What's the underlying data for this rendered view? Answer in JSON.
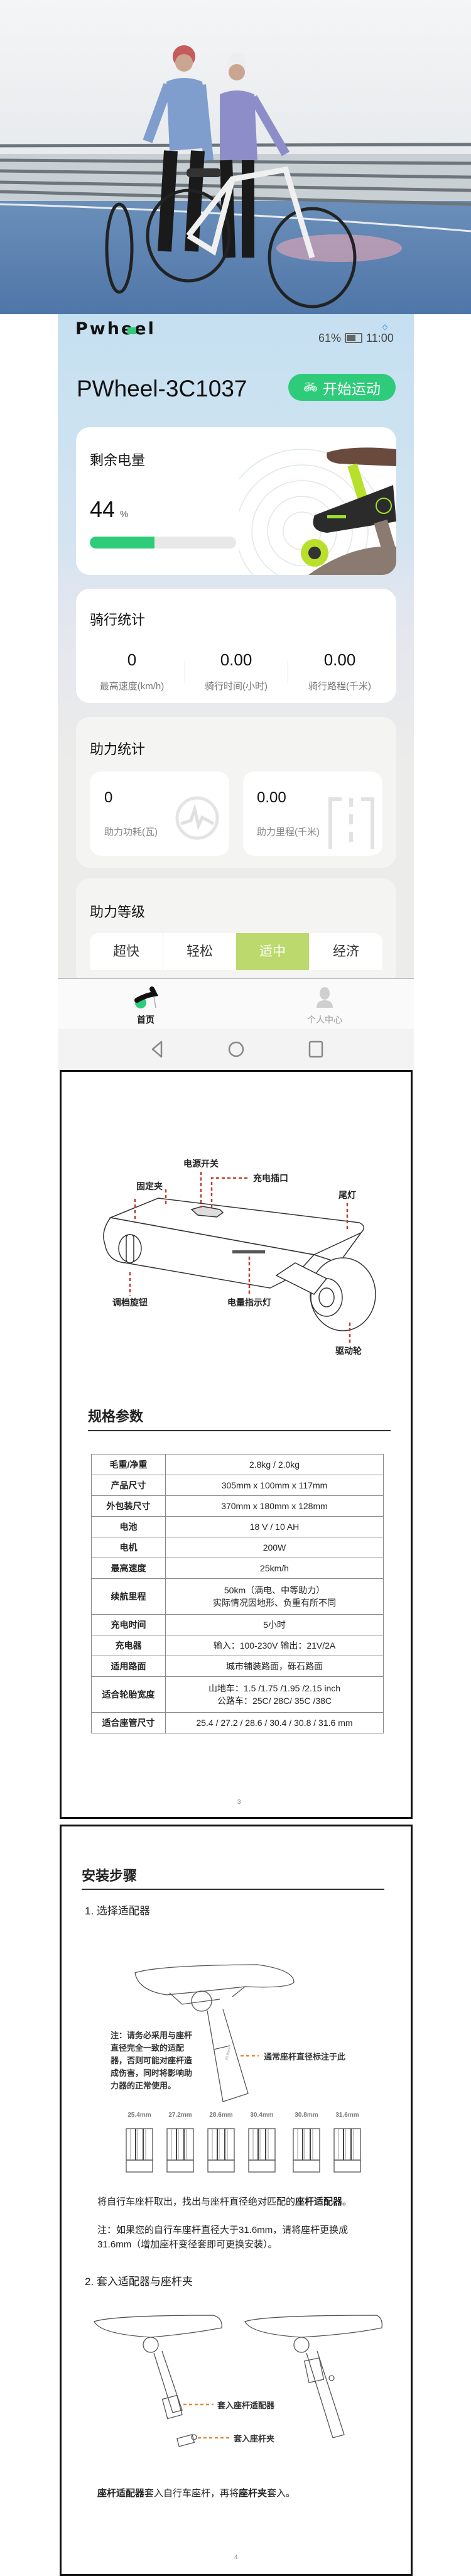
{
  "app": {
    "logo": "PWheel",
    "status": {
      "battery": "61%",
      "time": "11:00"
    },
    "device_name": "PWheel-3C1037",
    "start_button": "开始运动",
    "battery_card": {
      "title": "剩余电量",
      "value": "44",
      "unit": "%",
      "level": 0.44
    },
    "ride_stats": {
      "title": "骑行统计",
      "items": [
        {
          "value": "0",
          "label": "最高速度(km/h)"
        },
        {
          "value": "0.00",
          "label": "骑行时间(小时)"
        },
        {
          "value": "0.00",
          "label": "骑行路程(千米)"
        }
      ]
    },
    "assist_stats": {
      "title": "助力统计",
      "items": [
        {
          "value": "0",
          "label": "助力功耗(瓦)"
        },
        {
          "value": "0.00",
          "label": "助力里程(千米)"
        }
      ]
    },
    "assist_level": {
      "title": "助力等级",
      "options": [
        "超快",
        "轻松",
        "适中",
        "经济"
      ],
      "selected": 2
    },
    "tabs": [
      {
        "label": "首页"
      },
      {
        "label": "个人中心"
      }
    ],
    "colors": {
      "accent": "#2ecc7a",
      "selected_level": "#bcd96e",
      "progress": "#2ecc7a"
    }
  },
  "manual_page3": {
    "diagram_labels": {
      "power_switch": "电源开关",
      "charge_port": "充电插口",
      "clamp": "固定夹",
      "tail_light": "尾灯",
      "gear_knob": "调档旋钮",
      "battery_indicator": "电量指示灯",
      "drive_wheel": "驱动轮"
    },
    "heading": "规格参数",
    "specs": [
      {
        "key": "毛重/净重",
        "value": "2.8kg / 2.0kg"
      },
      {
        "key": "产品尺寸",
        "value": "305mm  x 100mm x  117mm"
      },
      {
        "key": "外包装尺寸",
        "value": "370mm x 180mm x 128mm"
      },
      {
        "key": "电池",
        "value": "18 V  /  10 AH"
      },
      {
        "key": "电机",
        "value": "200W"
      },
      {
        "key": "最高速度",
        "value": "25km/h"
      },
      {
        "key": "续航里程",
        "value": "50km（满电、中等助力）",
        "value2": "实际情况因地形、负重有所不同"
      },
      {
        "key": "充电时间",
        "value": "5小时"
      },
      {
        "key": "充电器",
        "value": "输入：100-230V   输出：21V/2A"
      },
      {
        "key": "适用路面",
        "value": "城市铺装路面，砾石路面"
      },
      {
        "key": "适合轮胎宽度",
        "value": "山地车：1.5 /1.75 /1.95 /2.15 inch",
        "value2": "公路车：25C/ 28C/ 35C /38C"
      },
      {
        "key": "适合座管尺寸",
        "value": "25.4 / 27.2 / 28.6 / 30.4 / 30.8 / 31.6 mm"
      }
    ],
    "page_number": "3"
  },
  "manual_page4": {
    "heading": "安装步骤",
    "step1": {
      "title": "1. 选择适配器",
      "note_lines": [
        "注：请务必采用与座杆",
        "直径完全一致的适配",
        "器，否则可能对座杆造",
        "成伤害，同时将影响助",
        "力器的正常使用。"
      ],
      "post_label": "通常座杆直径标注于此",
      "post_marking": "30.8mm",
      "sizes": [
        "25.4mm",
        "27.2mm",
        "28.6mm",
        "30.4mm",
        "30.8mm",
        "31.6mm"
      ],
      "instruction_plain": "将自行车座杆取出，找出与座杆直径绝对匹配的",
      "instruction_bold": "座杆适配器",
      "instruction_end": "。",
      "note2_line1": "注：如果您的自行车座杆直径大于31.6mm，请将座杆更换成",
      "note2_line2": "31.6mm（增加座杆变径套即可更换安装）。"
    },
    "step2": {
      "title": "2. 套入适配器与座杆夹",
      "label_adapter": "套入座杆适配器",
      "label_clamp": "套入座杆夹",
      "instr_bold1": "座杆适配器",
      "instr_plain1": "套入自行车座杆，再将",
      "instr_bold2": "座杆夹",
      "instr_plain2": "套入。"
    },
    "page_number": "4"
  }
}
